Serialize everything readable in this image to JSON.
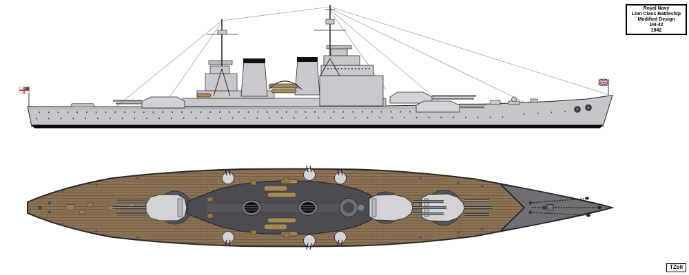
{
  "title_box": {
    "lines": [
      "Royal Navy",
      "Lion Class Battleship",
      "Modified Design",
      "16I-42",
      "1942"
    ]
  },
  "signature": {
    "text": "TZoli"
  },
  "flags": {
    "stern": "white-ensign-icon",
    "bow": "union-jack-icon"
  },
  "colors": {
    "hull_side": "#c6c6ca",
    "boot_topping": "#0c0c0e",
    "deck_wood": "#8c7355",
    "plank_line": "#6b573d",
    "steel_deck": "#6f6e74",
    "superstructure_dark": "#4d4a52",
    "turret_light": "#d3d3d7",
    "funnel_cap": "#111111",
    "boat_tan": "#a28a58",
    "ensign_red": "#c62828",
    "jack_blue": "#3c4ba0"
  }
}
